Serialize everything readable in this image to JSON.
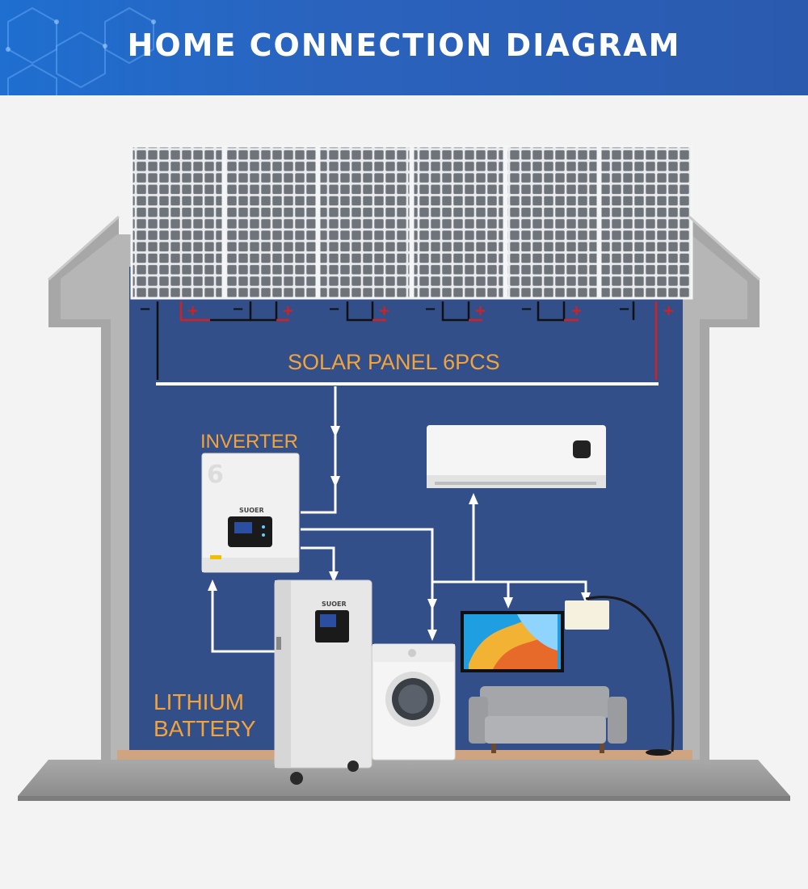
{
  "header": {
    "title": "HOME CONNECTION DIAGRAM"
  },
  "labels": {
    "solar_panel": "SOLAR PANEL 6PCS",
    "inverter": "INVERTER",
    "battery_line1": "LITHIUM",
    "battery_line2": "BATTERY"
  },
  "inverter_device": {
    "brand": "SUOER",
    "model_mark": "6"
  },
  "battery_device": {
    "brand": "SUOER"
  },
  "terminals": {
    "positive": "+",
    "negative": "−"
  },
  "colors": {
    "header_blue": "#2a63be",
    "interior_blue": "#334f8a",
    "label_orange": "#f2a43a",
    "wire_red": "#d42020",
    "wire_black": "#111111",
    "wire_white": "#ffffff"
  }
}
